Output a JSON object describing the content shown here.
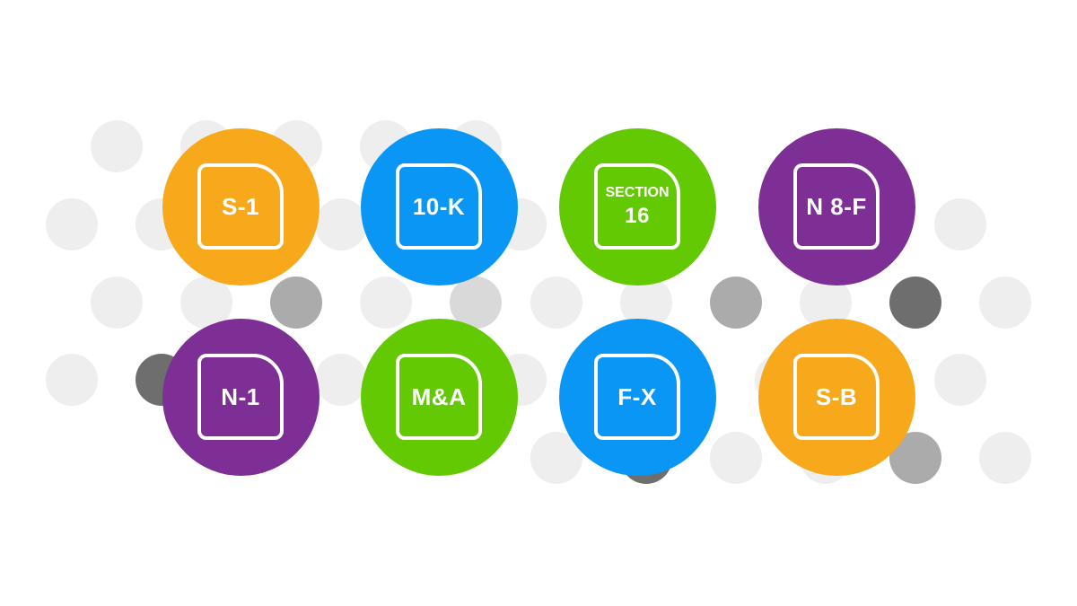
{
  "colors": {
    "orange": "#F7A81B",
    "blue": "#0A96F5",
    "green": "#62C902",
    "purple": "#7E2F95",
    "dot_light": "#EEEEEE",
    "dot_mid": "#D9D9D9",
    "dot_gray": "#ABABAB",
    "dot_dark": "#6E6E6E"
  },
  "badges": [
    {
      "id": "s-1",
      "label": "S-1",
      "color": "orange",
      "icon": "document-icon"
    },
    {
      "id": "10-k",
      "label": "10-K",
      "color": "blue",
      "icon": "document-icon"
    },
    {
      "id": "section-16",
      "label_top": "SECTION",
      "label": "16",
      "color": "green",
      "icon": "document-icon"
    },
    {
      "id": "n-8-f",
      "label": "N 8-F",
      "color": "purple",
      "icon": "document-icon"
    },
    {
      "id": "n-1",
      "label": "N-1",
      "color": "purple",
      "icon": "document-icon"
    },
    {
      "id": "m-a",
      "label": "M&A",
      "color": "green",
      "icon": "document-icon"
    },
    {
      "id": "f-x",
      "label": "F-X",
      "color": "blue",
      "icon": "document-icon"
    },
    {
      "id": "s-b",
      "label": "S-B",
      "color": "orange",
      "icon": "document-icon"
    }
  ]
}
